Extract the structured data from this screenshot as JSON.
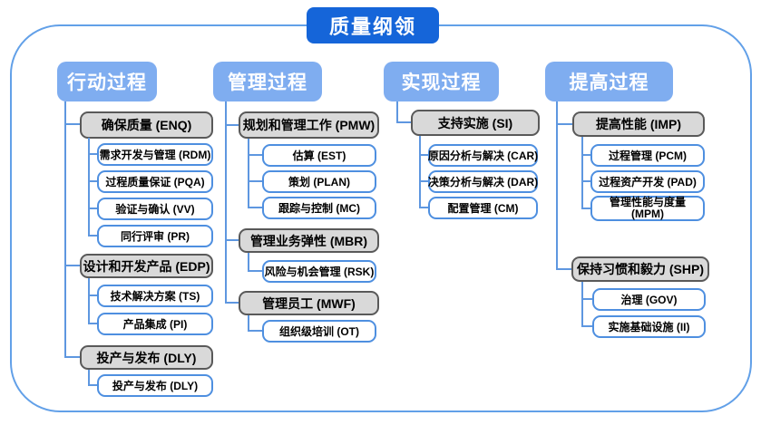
{
  "title": "质量纲领",
  "colors": {
    "title_bg": "#1565d9",
    "header_bg": "#7fadf0",
    "gray_fill": "#d9d9d9",
    "gray_border": "#595959",
    "leaf_border": "#4e8fe0",
    "connector": "#5e97e0",
    "outer_border": "#62a0e8"
  },
  "columns": [
    {
      "header": "行动过程",
      "groups": [
        {
          "label": "确保质量 (ENQ)",
          "children": [
            "需求开发与管理 (RDM)",
            "过程质量保证 (PQA)",
            "验证与确认 (VV)",
            "同行评审 (PR)"
          ]
        },
        {
          "label": "设计和开发产品 (EDP)",
          "children": [
            "技术解决方案 (TS)",
            "产品集成 (PI)"
          ]
        },
        {
          "label": "投产与发布 (DLY)",
          "children": [
            "投产与发布 (DLY)"
          ]
        }
      ]
    },
    {
      "header": "管理过程",
      "groups": [
        {
          "label": "规划和管理工作 (PMW)",
          "children": [
            "估算 (EST)",
            "策划 (PLAN)",
            "跟踪与控制 (MC)"
          ]
        },
        {
          "label": "管理业务弹性 (MBR)",
          "children": [
            "风险与机会管理 (RSK)"
          ]
        },
        {
          "label": "管理员工 (MWF)",
          "children": [
            "组织级培训 (OT)"
          ]
        }
      ]
    },
    {
      "header": "实现过程",
      "groups": [
        {
          "label": "支持实施 (SI)",
          "children": [
            "原因分析与解决 (CAR)",
            "决策分析与解决 (DAR)",
            "配置管理 (CM)"
          ]
        }
      ]
    },
    {
      "header": "提高过程",
      "groups": [
        {
          "label": "提高性能 (IMP)",
          "children": [
            "过程管理 (PCM)",
            "过程资产开发 (PAD)",
            "管理性能与度量 (MPM)"
          ]
        },
        {
          "label": "保持习惯和毅力 (SHP)",
          "children": [
            "治理 (GOV)",
            "实施基础设施 (II)"
          ]
        }
      ]
    }
  ]
}
